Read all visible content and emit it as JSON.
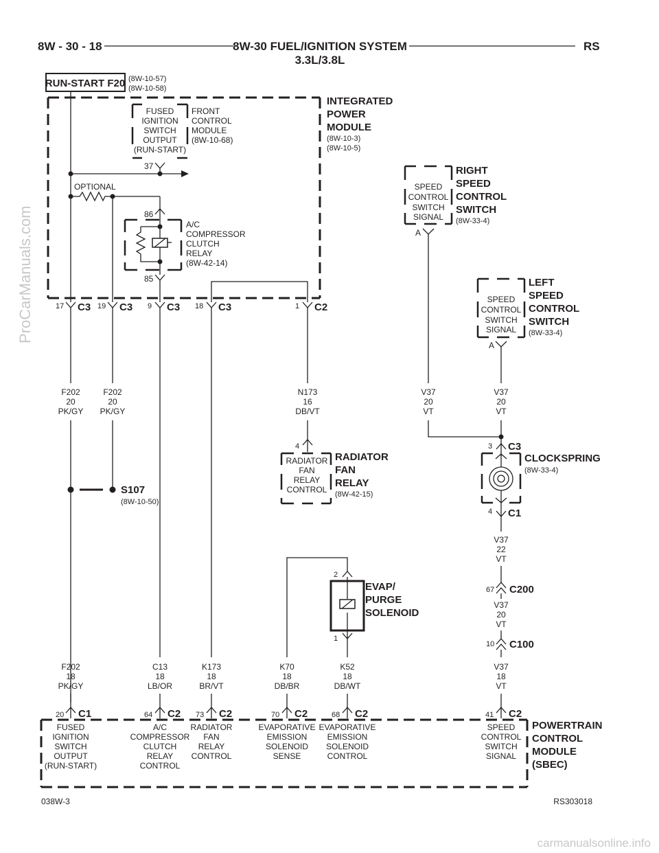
{
  "header": {
    "left": "8W - 30 - 18",
    "title": "8W-30 FUEL/IGNITION SYSTEM",
    "subtitle": "3.3L/3.8L",
    "right": "RS"
  },
  "footer": {
    "left": "038W-3",
    "right": "RS303018"
  },
  "watermarks": {
    "side": "ProCarManuals.com",
    "bottom": "carmanualsonline.info"
  },
  "fuse": {
    "label": "RUN-START F20",
    "ref1": "(8W-10-57)",
    "ref2": "(8W-10-58)"
  },
  "ipm": {
    "title1": "INTEGRATED",
    "title2": "POWER",
    "title3": "MODULE",
    "ref1": "(8W-10-3)",
    "ref2": "(8W-10-5)",
    "fused_out": [
      "FUSED",
      "IGNITION",
      "SWITCH",
      "OUTPUT",
      "(RUN-START)"
    ],
    "fcm": [
      "FRONT",
      "CONTROL",
      "MODULE",
      "(8W-10-68)"
    ],
    "pin37": "37",
    "optional": "OPTIONAL",
    "relay": [
      "A/C",
      "COMPRESSOR",
      "CLUTCH",
      "RELAY",
      "(8W-42-14)"
    ],
    "pin86": "86",
    "pin85": "85"
  },
  "connectors_top": [
    {
      "pin": "17",
      "name": "C3"
    },
    {
      "pin": "19",
      "name": "C3"
    },
    {
      "pin": "9",
      "name": "C3"
    },
    {
      "pin": "18",
      "name": "C3"
    },
    {
      "pin": "1",
      "name": "C2"
    }
  ],
  "wires_upper": [
    {
      "circuit": "F202",
      "gauge": "20",
      "color": "PK/GY"
    },
    {
      "circuit": "F202",
      "gauge": "20",
      "color": "PK/GY"
    },
    {
      "circuit": "N173",
      "gauge": "16",
      "color": "DB/VT"
    },
    {
      "circuit": "V37",
      "gauge": "20",
      "color": "VT"
    },
    {
      "circuit": "V37",
      "gauge": "20",
      "color": "VT"
    }
  ],
  "splice": {
    "name": "S107",
    "ref": "(8W-10-50)"
  },
  "rad_relay": {
    "pin": "4",
    "box": [
      "RADIATOR",
      "FAN",
      "RELAY",
      "CONTROL"
    ],
    "title1": "RADIATOR",
    "title2": "FAN",
    "title3": "RELAY",
    "ref": "(8W-42-15)"
  },
  "right_switch": {
    "box": [
      "SPEED",
      "CONTROL",
      "SWITCH",
      "SIGNAL"
    ],
    "pin": "A",
    "title1": "RIGHT",
    "title2": "SPEED",
    "title3": "CONTROL",
    "title4": "SWITCH",
    "ref": "(8W-33-4)"
  },
  "left_switch": {
    "box": [
      "SPEED",
      "CONTROL",
      "SWITCH",
      "SIGNAL"
    ],
    "pin": "A",
    "title1": "LEFT",
    "title2": "SPEED",
    "title3": "CONTROL",
    "title4": "SWITCH",
    "ref": "(8W-33-4)"
  },
  "clockspring": {
    "pin_top": "3",
    "conn_top": "C3",
    "pin_bot": "4",
    "conn_bot": "C1",
    "title": "CLOCKSPRING",
    "ref": "(8W-33-4)"
  },
  "v37_22": {
    "circuit": "V37",
    "gauge": "22",
    "color": "VT"
  },
  "c200": {
    "pin": "67",
    "name": "C200"
  },
  "v37_20b": {
    "circuit": "V37",
    "gauge": "20",
    "color": "VT"
  },
  "c100": {
    "pin": "10",
    "name": "C100"
  },
  "v37_18": {
    "circuit": "V37",
    "gauge": "18",
    "color": "VT"
  },
  "evap": {
    "pin_top": "2",
    "pin_bot": "1",
    "title1": "EVAP/",
    "title2": "PURGE",
    "title3": "SOLENOID"
  },
  "wires_lower": [
    {
      "circuit": "F202",
      "gauge": "18",
      "color": "PK/GY"
    },
    {
      "circuit": "C13",
      "gauge": "18",
      "color": "LB/OR"
    },
    {
      "circuit": "K173",
      "gauge": "18",
      "color": "BR/VT"
    },
    {
      "circuit": "K70",
      "gauge": "18",
      "color": "DB/BR"
    },
    {
      "circuit": "K52",
      "gauge": "18",
      "color": "DB/WT"
    }
  ],
  "pcm_connectors": [
    {
      "pin": "20",
      "name": "C1"
    },
    {
      "pin": "64",
      "name": "C2"
    },
    {
      "pin": "73",
      "name": "C2"
    },
    {
      "pin": "70",
      "name": "C2"
    },
    {
      "pin": "68",
      "name": "C2"
    },
    {
      "pin": "41",
      "name": "C2"
    }
  ],
  "pcm": {
    "title1": "POWERTRAIN",
    "title2": "CONTROL",
    "title3": "MODULE",
    "title4": "(SBEC)",
    "pins": [
      [
        "FUSED",
        "IGNITION",
        "SWITCH",
        "OUTPUT",
        "(RUN-START)"
      ],
      [
        "A/C",
        "COMPRESSOR",
        "CLUTCH",
        "RELAY",
        "CONTROL"
      ],
      [
        "RADIATOR",
        "FAN",
        "RELAY",
        "CONTROL"
      ],
      [
        "EVAPORATIVE",
        "EMISSION",
        "SOLENOID",
        "SENSE"
      ],
      [
        "EVAPORATIVE",
        "EMISSION",
        "SOLENOID",
        "CONTROL"
      ],
      [
        "SPEED",
        "CONTROL",
        "SWITCH",
        "SIGNAL"
      ]
    ]
  }
}
